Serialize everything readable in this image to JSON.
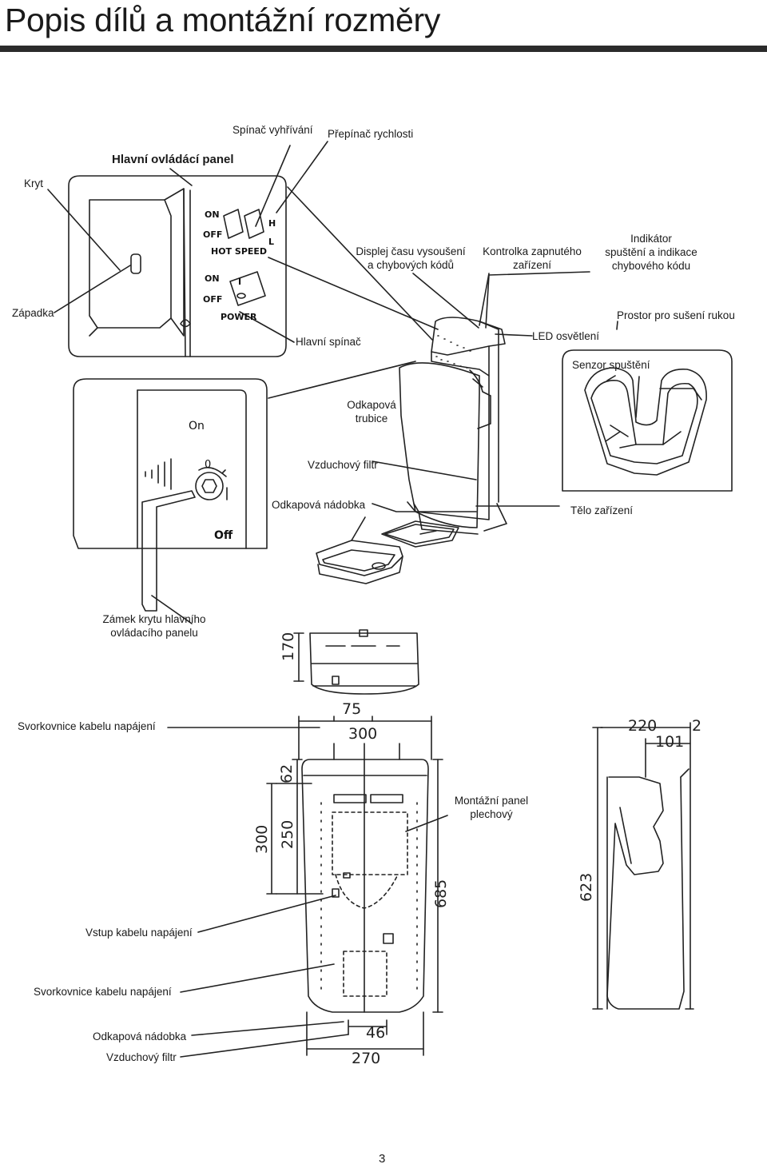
{
  "page": {
    "title": "Popis dílů a montážní rozměry",
    "page_number": "3"
  },
  "labels": {
    "spinac_vyhrivani": "Spínač vyhřívání",
    "prepinac_rychlosti": "Přepínač rychlosti",
    "hlavni_ovladaci_panel": "Hlavní ovládácí panel",
    "kryt": "Kryt",
    "displej_line1": "Displej času vysoušení",
    "displej_line2": "a chybových kódů",
    "kontrolka_line1": "Kontrolka zapnutého",
    "kontrolka_line2": "zařízení",
    "indikator_line1": "Indikátor",
    "indikator_line2": "spuštění a indikace",
    "indikator_line3": "chybového kódu",
    "zapadka": "Západka",
    "prostor": "Prostor pro sušení rukou",
    "hlavni_spinac": "Hlavní spínač",
    "led": "LED osvětlení",
    "senzor": "Senzor spuštění",
    "odkapova_trubice_line1": "Odkapová",
    "odkapova_trubice_line2": "trubice",
    "vzduchovy_filtr": "Vzduchový filtr",
    "odkapova_nadobka": "Odkapová nádobka",
    "telo": "Tělo zařízení",
    "zamek_line1": "Zámek krytu hlavního",
    "zamek_line2": "ovládacího panelu",
    "svorkovnice_1": "Svorkovnice kabelu napájení",
    "montazni_line1": "Montážní panel",
    "montazni_line2": "plechový",
    "vstup": "Vstup kabelu napájení",
    "svorkovnice_2": "Svorkovnice kabelu napájení",
    "odkapova_nadobka_2": "Odkapová nádobka",
    "vzduchovy_filtr_2": "Vzduchový filtr"
  },
  "panel_markings": {
    "on": "ON",
    "off": "OFF",
    "hot_speed": "HOT SPEED",
    "h": "H",
    "l": "L",
    "on2": "ON",
    "i": "I",
    "off2": "OFF",
    "power": "POWER"
  },
  "lock_markings": {
    "on": "On",
    "off": "Off",
    "zero": "0"
  },
  "dimensions": {
    "d170": "170",
    "d75": "75",
    "d300_top": "300",
    "d62": "62",
    "d300_side": "300",
    "d250": "250",
    "d685": "685",
    "d46": "46",
    "d270": "270",
    "d220": "220",
    "d2": "2",
    "d101": "101",
    "d623": "623"
  },
  "colors": {
    "rule": "#2b2b2b",
    "line": "#222222"
  }
}
